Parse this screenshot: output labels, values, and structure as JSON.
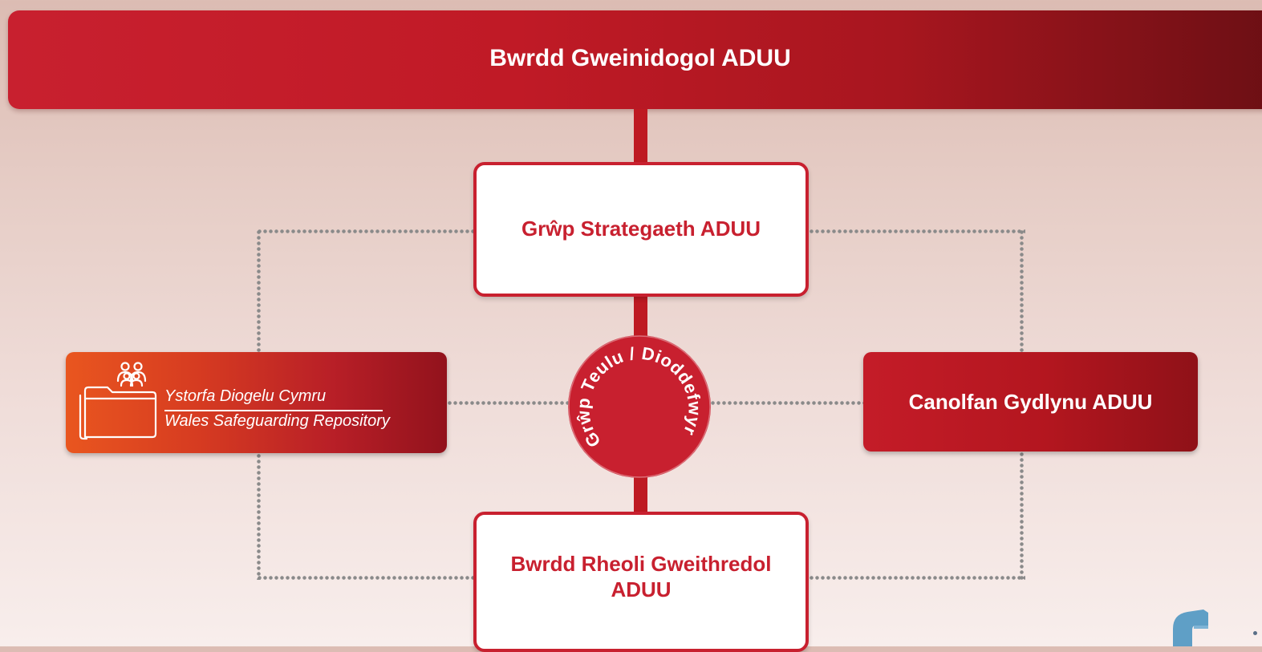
{
  "header": {
    "title": "Bwrdd Gweinidogol ADUU"
  },
  "nodes": {
    "strategy_group": "Grŵp Strategaeth ADUU",
    "family_victims_group": "Grŵp Teulu / Dioddefwyr",
    "repository_welsh": "Ystorfa Diogelu Cymru",
    "repository_english": "Wales Safeguarding Repository",
    "coordination_centre": "Canolfan Gydlynu ADUU",
    "executive_board": "Bwrdd Rheoli Gweithredol ADUU"
  },
  "colors": {
    "primary_red": "#c8202f",
    "dark_red": "#6c0f14",
    "orange": "#e9561f",
    "dotted_connector": "#8a8a8a"
  },
  "icons": {
    "repository": "folder-people-icon",
    "corner": "logo-fragment-icon"
  }
}
